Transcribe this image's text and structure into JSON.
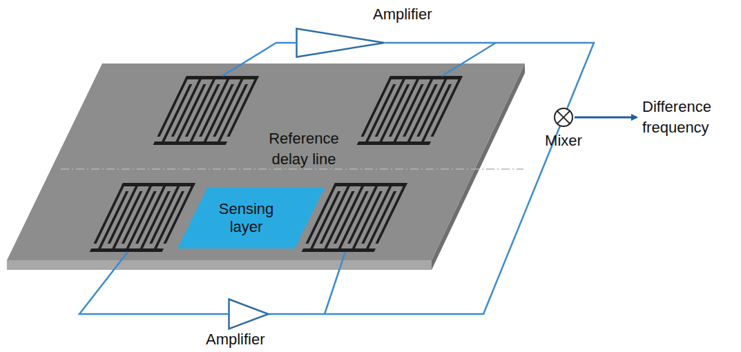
{
  "diagram": {
    "nodes": [
      {
        "text": [
          "Amplifier"
        ]
      },
      {
        "text": [
          "Sensing layer"
        ]
      },
      {
        "text": [
          "Mixer"
        ]
      },
      {
        "text": [
          "Amplifier"
        ]
      }
    ],
    "edges": [
      {
        "from": 0,
        "to": 2,
        "arrow": "none"
      },
      {
        "from": 3,
        "to": 2,
        "arrow": "none"
      }
    ],
    "labels": [
      "Reference delay line",
      "Difference frequency"
    ]
  }
}
